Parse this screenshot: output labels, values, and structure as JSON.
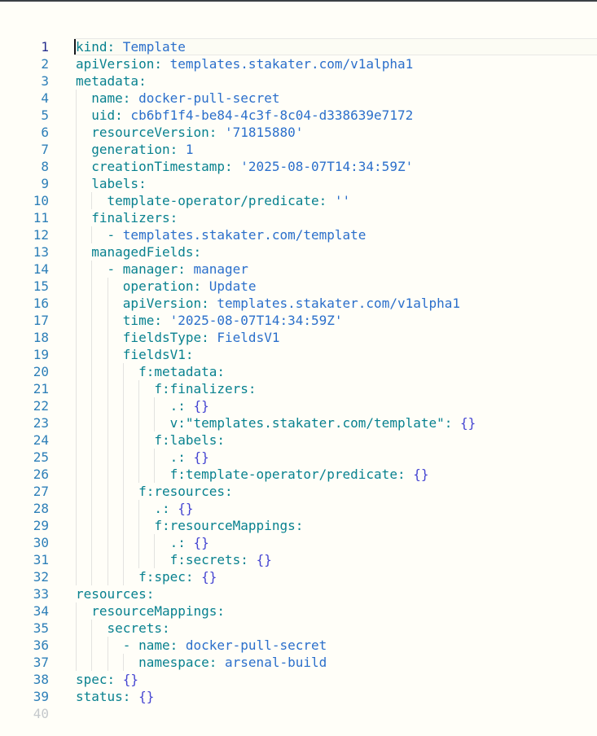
{
  "editor": {
    "type": "yaml-code-editor",
    "language": "yaml",
    "active_line": 1,
    "cursor": {
      "line": 1,
      "column": 0
    },
    "total_lines": 40,
    "colors": {
      "background": "#fffef8",
      "top_border": "#3b4045",
      "key": "#08818f",
      "value": "#2b6fcb",
      "brace": "#4545d2",
      "line_number": "#2d7fb8",
      "line_number_active": "#252e8e",
      "line_number_empty": "#c5c9cc",
      "indent_guide": "#e3e3e0",
      "current_line_fill": "#fcfcf4",
      "current_line_border": "#e8e8e5",
      "cursor": "#15181c"
    },
    "lines": [
      {
        "n": 1,
        "i": 0,
        "t": [
          [
            "k",
            "kind:"
          ],
          [
            "v",
            " Template"
          ]
        ]
      },
      {
        "n": 2,
        "i": 0,
        "t": [
          [
            "k",
            "apiVersion:"
          ],
          [
            "v",
            " templates.stakater.com/v1alpha1"
          ]
        ]
      },
      {
        "n": 3,
        "i": 0,
        "t": [
          [
            "k",
            "metadata:"
          ]
        ]
      },
      {
        "n": 4,
        "i": 2,
        "t": [
          [
            "k",
            "name:"
          ],
          [
            "v",
            " docker-pull-secret"
          ]
        ]
      },
      {
        "n": 5,
        "i": 2,
        "t": [
          [
            "k",
            "uid:"
          ],
          [
            "v",
            " cb6bf1f4-be84-4c3f-8c04-d338639e7172"
          ]
        ]
      },
      {
        "n": 6,
        "i": 2,
        "t": [
          [
            "k",
            "resourceVersion:"
          ],
          [
            "v",
            " '71815880'"
          ]
        ]
      },
      {
        "n": 7,
        "i": 2,
        "t": [
          [
            "k",
            "generation:"
          ],
          [
            "v",
            " 1"
          ]
        ]
      },
      {
        "n": 8,
        "i": 2,
        "t": [
          [
            "k",
            "creationTimestamp:"
          ],
          [
            "v",
            " '2025-08-07T14:34:59Z'"
          ]
        ]
      },
      {
        "n": 9,
        "i": 2,
        "t": [
          [
            "k",
            "labels:"
          ]
        ]
      },
      {
        "n": 10,
        "i": 4,
        "t": [
          [
            "k",
            "template-operator/predicate:"
          ],
          [
            "v",
            " ''"
          ]
        ]
      },
      {
        "n": 11,
        "i": 2,
        "t": [
          [
            "k",
            "finalizers:"
          ]
        ]
      },
      {
        "n": 12,
        "i": 4,
        "t": [
          [
            "d",
            "- "
          ],
          [
            "v",
            "templates.stakater.com/template"
          ]
        ]
      },
      {
        "n": 13,
        "i": 2,
        "t": [
          [
            "k",
            "managedFields:"
          ]
        ]
      },
      {
        "n": 14,
        "i": 4,
        "t": [
          [
            "d",
            "- "
          ],
          [
            "k",
            "manager:"
          ],
          [
            "v",
            " manager"
          ]
        ]
      },
      {
        "n": 15,
        "i": 6,
        "t": [
          [
            "k",
            "operation:"
          ],
          [
            "v",
            " Update"
          ]
        ]
      },
      {
        "n": 16,
        "i": 6,
        "t": [
          [
            "k",
            "apiVersion:"
          ],
          [
            "v",
            " templates.stakater.com/v1alpha1"
          ]
        ]
      },
      {
        "n": 17,
        "i": 6,
        "t": [
          [
            "k",
            "time:"
          ],
          [
            "v",
            " '2025-08-07T14:34:59Z'"
          ]
        ]
      },
      {
        "n": 18,
        "i": 6,
        "t": [
          [
            "k",
            "fieldsType:"
          ],
          [
            "v",
            " FieldsV1"
          ]
        ]
      },
      {
        "n": 19,
        "i": 6,
        "t": [
          [
            "k",
            "fieldsV1:"
          ]
        ]
      },
      {
        "n": 20,
        "i": 8,
        "t": [
          [
            "k",
            "f:metadata:"
          ]
        ]
      },
      {
        "n": 21,
        "i": 10,
        "t": [
          [
            "k",
            "f:finalizers:"
          ]
        ]
      },
      {
        "n": 22,
        "i": 12,
        "t": [
          [
            "k",
            ".: "
          ],
          [
            "b",
            "{}"
          ]
        ]
      },
      {
        "n": 23,
        "i": 12,
        "t": [
          [
            "k",
            "v:\"templates.stakater.com/template\": "
          ],
          [
            "b",
            "{}"
          ]
        ]
      },
      {
        "n": 24,
        "i": 10,
        "t": [
          [
            "k",
            "f:labels:"
          ]
        ]
      },
      {
        "n": 25,
        "i": 12,
        "t": [
          [
            "k",
            ".: "
          ],
          [
            "b",
            "{}"
          ]
        ]
      },
      {
        "n": 26,
        "i": 12,
        "t": [
          [
            "k",
            "f:template-operator/predicate: "
          ],
          [
            "b",
            "{}"
          ]
        ]
      },
      {
        "n": 27,
        "i": 8,
        "t": [
          [
            "k",
            "f:resources:"
          ]
        ]
      },
      {
        "n": 28,
        "i": 10,
        "t": [
          [
            "k",
            ".: "
          ],
          [
            "b",
            "{}"
          ]
        ]
      },
      {
        "n": 29,
        "i": 10,
        "t": [
          [
            "k",
            "f:resourceMappings:"
          ]
        ]
      },
      {
        "n": 30,
        "i": 12,
        "t": [
          [
            "k",
            ".: "
          ],
          [
            "b",
            "{}"
          ]
        ]
      },
      {
        "n": 31,
        "i": 12,
        "t": [
          [
            "k",
            "f:secrets: "
          ],
          [
            "b",
            "{}"
          ]
        ]
      },
      {
        "n": 32,
        "i": 8,
        "t": [
          [
            "k",
            "f:spec: "
          ],
          [
            "b",
            "{}"
          ]
        ]
      },
      {
        "n": 33,
        "i": 0,
        "t": [
          [
            "k",
            "resources:"
          ]
        ]
      },
      {
        "n": 34,
        "i": 2,
        "t": [
          [
            "k",
            "resourceMappings:"
          ]
        ]
      },
      {
        "n": 35,
        "i": 4,
        "t": [
          [
            "k",
            "secrets:"
          ]
        ]
      },
      {
        "n": 36,
        "i": 6,
        "t": [
          [
            "d",
            "- "
          ],
          [
            "k",
            "name:"
          ],
          [
            "v",
            " docker-pull-secret"
          ]
        ]
      },
      {
        "n": 37,
        "i": 8,
        "t": [
          [
            "k",
            "namespace:"
          ],
          [
            "v",
            " arsenal-build"
          ]
        ]
      },
      {
        "n": 38,
        "i": 0,
        "t": [
          [
            "k",
            "spec: "
          ],
          [
            "b",
            "{}"
          ]
        ]
      },
      {
        "n": 39,
        "i": 0,
        "t": [
          [
            "k",
            "status: "
          ],
          [
            "b",
            "{}"
          ]
        ]
      },
      {
        "n": 40,
        "i": 0,
        "t": []
      }
    ]
  }
}
